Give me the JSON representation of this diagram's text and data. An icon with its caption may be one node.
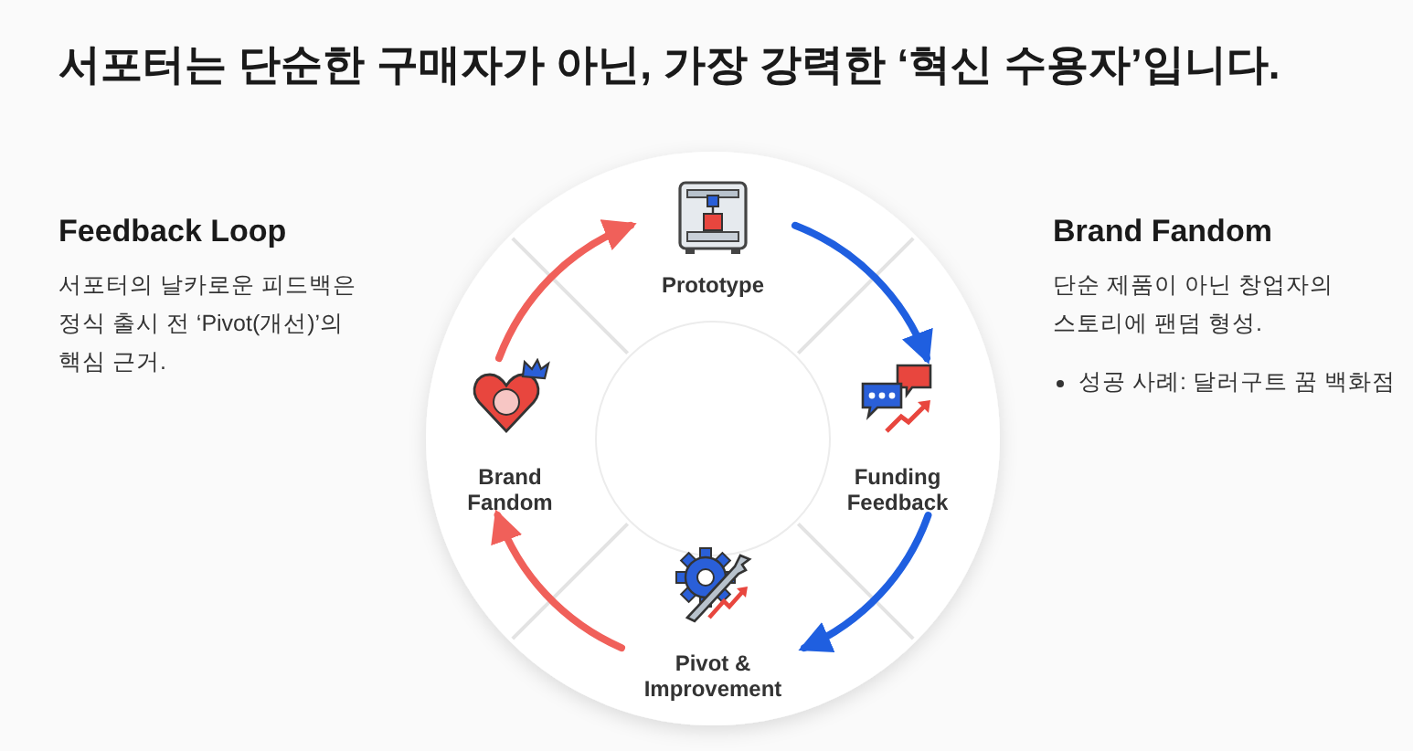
{
  "diagram": {
    "title": "서포터는 단순한 구매자가 아닌, 가장 강력한 ‘혁신 수용자’입니다.",
    "nodes": [
      {
        "text": [
          "Prototype"
        ]
      },
      {
        "text": [
          "Funding Feedback"
        ]
      },
      {
        "text": [
          "Pivot & Improvement"
        ]
      },
      {
        "text": [
          "Brand Fandom"
        ]
      }
    ],
    "edges": [
      {
        "from": 0,
        "to": 1,
        "arrow": "to"
      },
      {
        "from": 1,
        "to": 2,
        "arrow": "to"
      },
      {
        "from": 2,
        "to": 3,
        "arrow": "to",
        "color": "#f0605a"
      },
      {
        "from": 3,
        "to": 0,
        "arrow": "to",
        "color": "#f0605a"
      }
    ],
    "labels": [
      "Feedback Loop",
      "서포터의 날카로운 피드백은 정식 출시 전 ‘Pivot(개선)’의 핵심 근거.",
      "Brand Fandom",
      "단순 제품이 아닌 창업자의 스토리에 팬덤 형성.",
      "성공 사례: 달러구트 꿈 백화점"
    ]
  }
}
